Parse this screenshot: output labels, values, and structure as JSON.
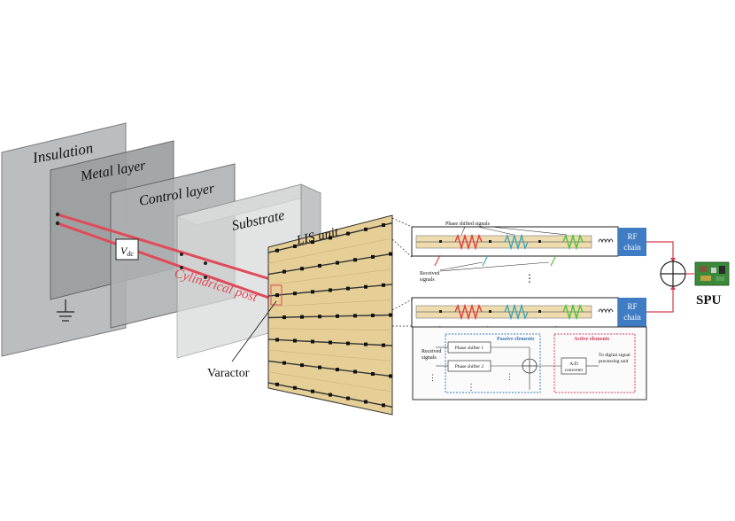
{
  "layers": {
    "insulation": "Insulation",
    "metal": "Metal layer",
    "control": "Control layer",
    "substrate": "Substrate",
    "lis_unit": "LIS unit"
  },
  "labels": {
    "vdc_v": "V",
    "vdc_sub": "dc",
    "cylindrical_post": "Cylindrical post",
    "varactor": "Varactor",
    "spu": "SPU",
    "dots": "⋮"
  },
  "zoom": {
    "phase_shifted_signals": "Phase shifted signals",
    "received_signals_l1": "Received",
    "received_signals_l2": "signals",
    "rf_chain_l1": "RF",
    "rf_chain_l2": "chain"
  },
  "block": {
    "passive_title": "Passive elements",
    "active_title": "Active elements",
    "received_l1": "Received",
    "received_l2": "signals",
    "phase_shifter_1": "Phase shifter 1",
    "phase_shifter_2": "Phase shifter 2",
    "ad_l1": "A/D",
    "ad_l2": "converter",
    "to_digital_l1": "To digital signal",
    "to_digital_l2": "processing unit",
    "dots": "⋮"
  },
  "colors": {
    "layer_fill": "#b9bcbc",
    "lis_fill": "#e6cf96",
    "beam": "#e04a5a",
    "rf_chain": "#3f7cc3",
    "passive_border": "#3a78b8",
    "active_border": "#d23a5a",
    "resistor_red": "#e33b3b",
    "resistor_teal": "#3aa6b8",
    "resistor_green": "#4cc23a"
  },
  "icons": [
    "ground-icon",
    "summing-junction-icon",
    "circuit-board-icon",
    "resistor-icon",
    "inductor-icon"
  ]
}
